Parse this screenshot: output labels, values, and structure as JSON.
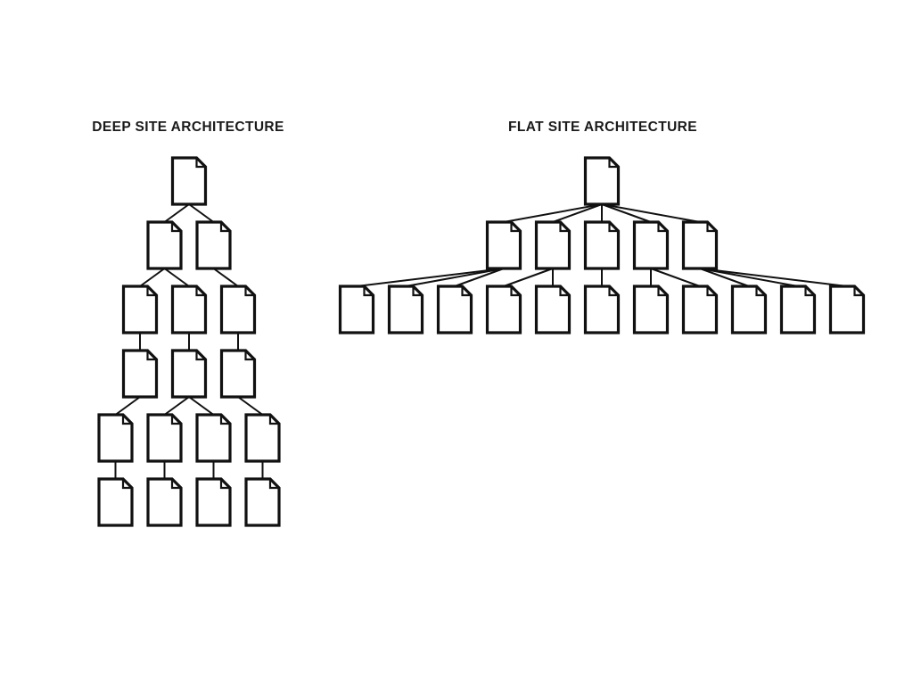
{
  "titles": {
    "deep": "DEEP SITE ARCHITECTURE",
    "flat": "FLAT SITE ARCHITECTURE"
  },
  "icons": {
    "page": "document-icon"
  },
  "colors": {
    "background": "#ffffff",
    "stroke": "#111111"
  },
  "deep": {
    "levels": [
      {
        "pages": 1,
        "parents": []
      },
      {
        "pages": 2,
        "parents": [
          0,
          0
        ]
      },
      {
        "pages": 3,
        "parents": [
          0,
          0,
          1
        ]
      },
      {
        "pages": 3,
        "parents": [
          0,
          1,
          2
        ]
      },
      {
        "pages": 4,
        "parents": [
          0,
          1,
          1,
          2
        ]
      },
      {
        "pages": 4,
        "parents": [
          0,
          1,
          2,
          3
        ]
      }
    ]
  },
  "flat": {
    "levels": [
      {
        "pages": 1,
        "parents": []
      },
      {
        "pages": 5,
        "parents": [
          0,
          0,
          0,
          0,
          0
        ]
      },
      {
        "pages": 11,
        "parents": [
          0,
          0,
          0,
          1,
          1,
          2,
          3,
          3,
          4,
          4,
          4
        ]
      }
    ]
  }
}
